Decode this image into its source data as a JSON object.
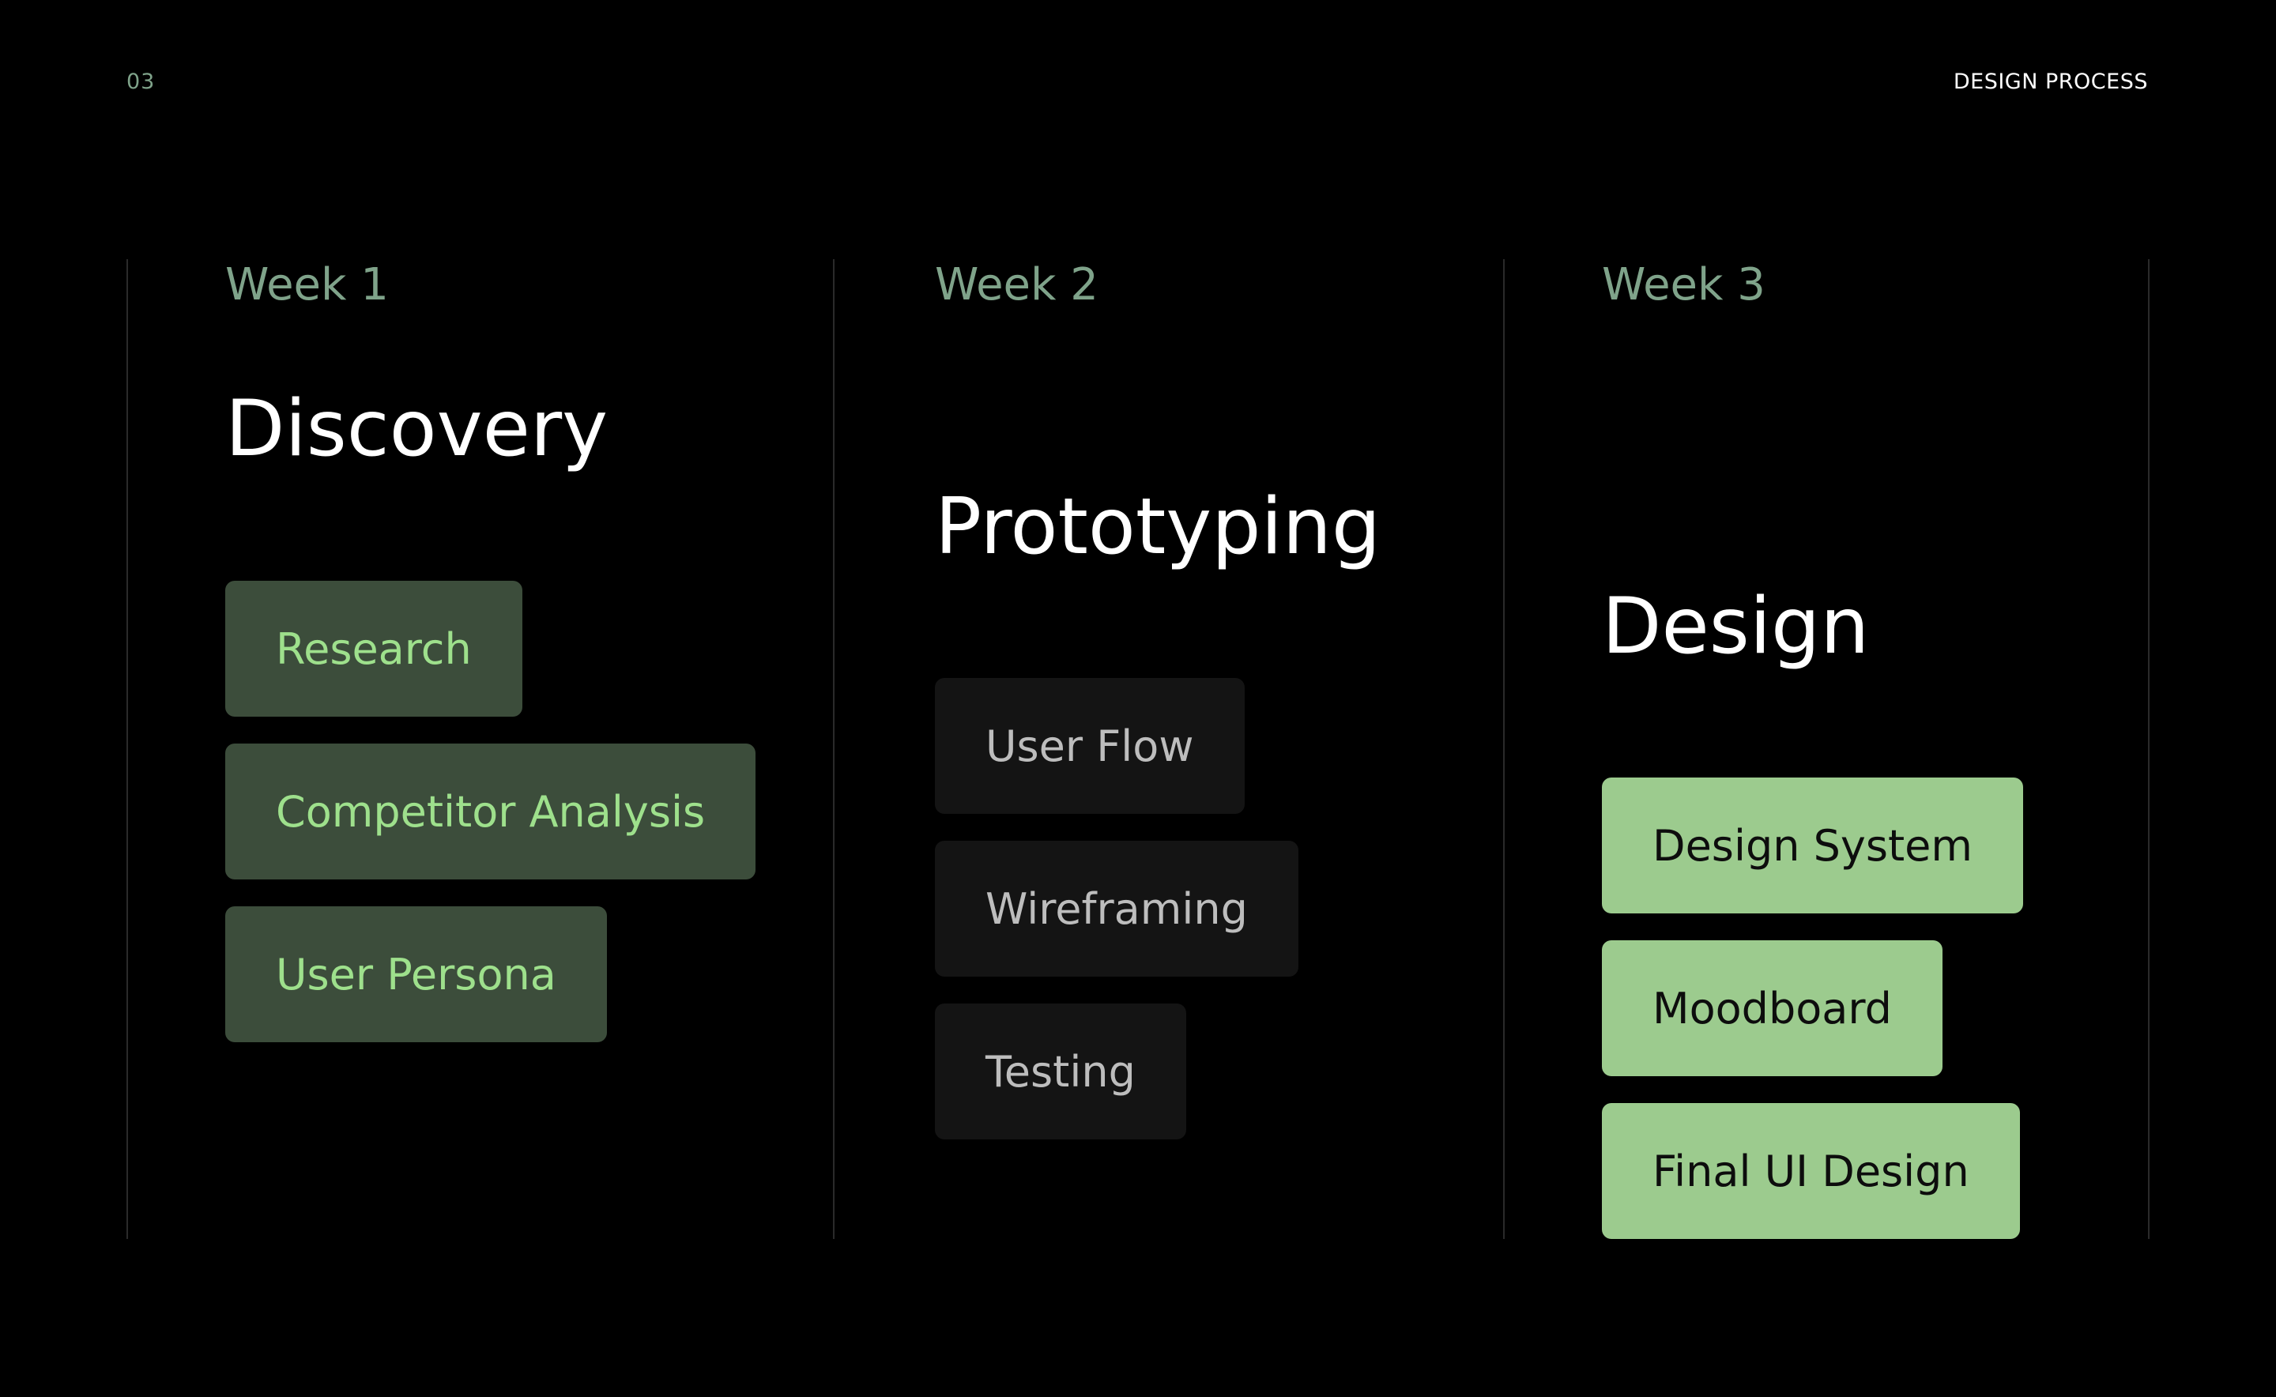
{
  "header": {
    "page_number": "03",
    "section_title": "DESIGN PROCESS"
  },
  "columns": [
    {
      "week": "Week 1",
      "phase": "Discovery",
      "items": [
        "Research",
        "Competitor Analysis",
        "User Persona"
      ]
    },
    {
      "week": "Week 2",
      "phase": "Prototyping",
      "items": [
        "User Flow",
        "Wireframing",
        "Testing"
      ]
    },
    {
      "week": "Week 3",
      "phase": "Design",
      "items": [
        "Design System",
        "Moodboard",
        "Final UI Design"
      ]
    }
  ],
  "colors": {
    "background": "#000000",
    "accent_muted": "#7fa38a",
    "chip_dark_green": "#3c4d3b",
    "chip_dark_green_text": "#9ee08c",
    "chip_gray": "#141414",
    "chip_gray_text": "#bdbdbd",
    "chip_light_green": "#9ccb8e",
    "chip_light_green_text": "#0d0d0d"
  }
}
